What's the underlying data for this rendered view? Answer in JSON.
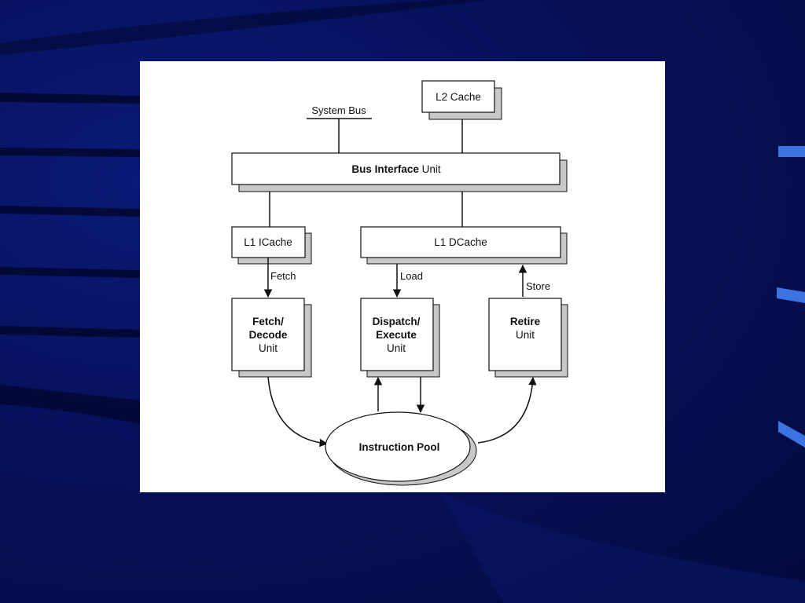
{
  "diagram": {
    "system_bus": "System Bus",
    "l2_cache": "L2 Cache",
    "bus_interface": {
      "bold": "Bus Interface",
      "normal": " Unit"
    },
    "l1_icache": "L1 ICache",
    "l1_dcache": "L1 DCache",
    "fetch_label": "Fetch",
    "load_label": "Load",
    "store_label": "Store",
    "fetch_decode": {
      "line1": "Fetch/",
      "line2": "Decode",
      "line3": "Unit"
    },
    "dispatch_execute": {
      "line1": "Dispatch/",
      "line2": "Execute",
      "line3": "Unit"
    },
    "retire": {
      "line1": "Retire",
      "line2": "Unit"
    },
    "instruction_pool": "Instruction Pool"
  },
  "colors": {
    "background": "#06105a",
    "panel": "#ffffff",
    "shadow": "#c8c8c8",
    "stroke": "#111111"
  }
}
